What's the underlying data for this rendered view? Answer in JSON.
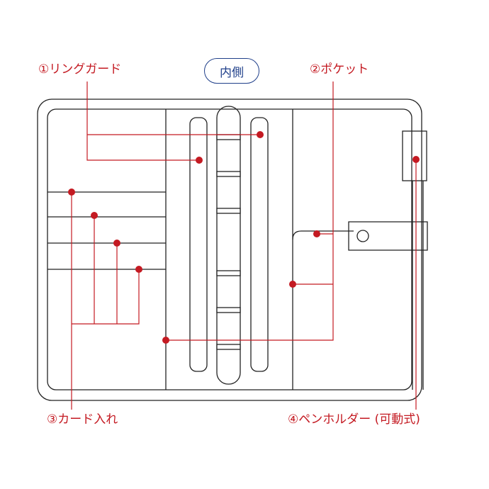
{
  "header": {
    "title": "内側"
  },
  "callouts": {
    "ring_guard": "①リングガード",
    "pocket": "②ポケット",
    "card_slots": "③カード入れ",
    "pen_holder": "④ペンホルダー (可動式)"
  },
  "colors": {
    "outline": "#222222",
    "accent": "#c41a22",
    "tag_border": "#1f3f8a"
  }
}
